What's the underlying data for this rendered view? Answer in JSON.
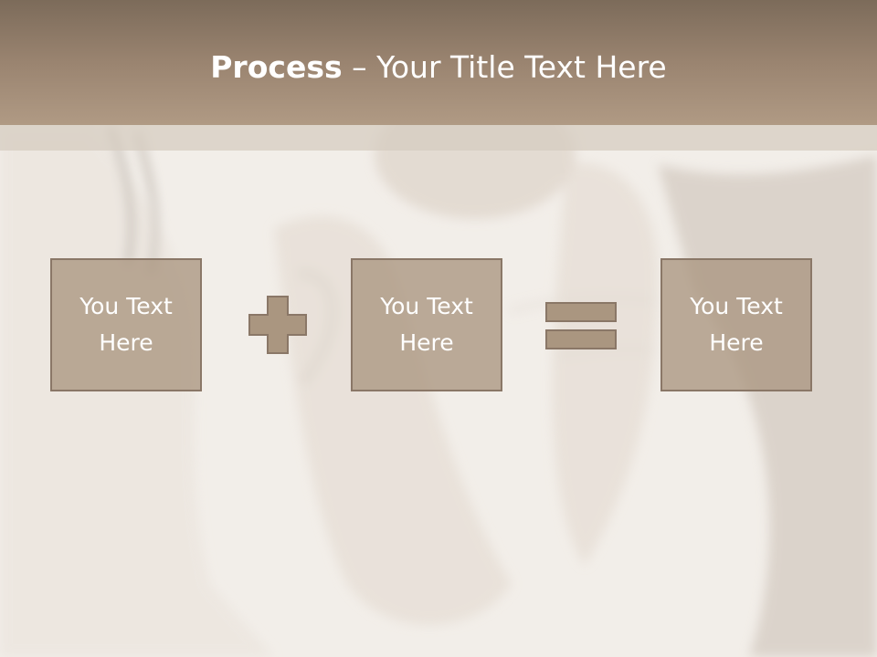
{
  "slide": {
    "title_strong": "Process",
    "title_rest": " – Your Title Text Here"
  },
  "boxes": [
    {
      "label": "You Text\nHere"
    },
    {
      "label": "You Text\nHere"
    },
    {
      "label": "You Text\nHere"
    }
  ],
  "operators": [
    "plus-icon",
    "equals-icon"
  ],
  "colors": {
    "title_bar": "#9a8470",
    "box_fill": "#aa9680",
    "box_border": "#8a7767",
    "background": "#f1ece6"
  }
}
